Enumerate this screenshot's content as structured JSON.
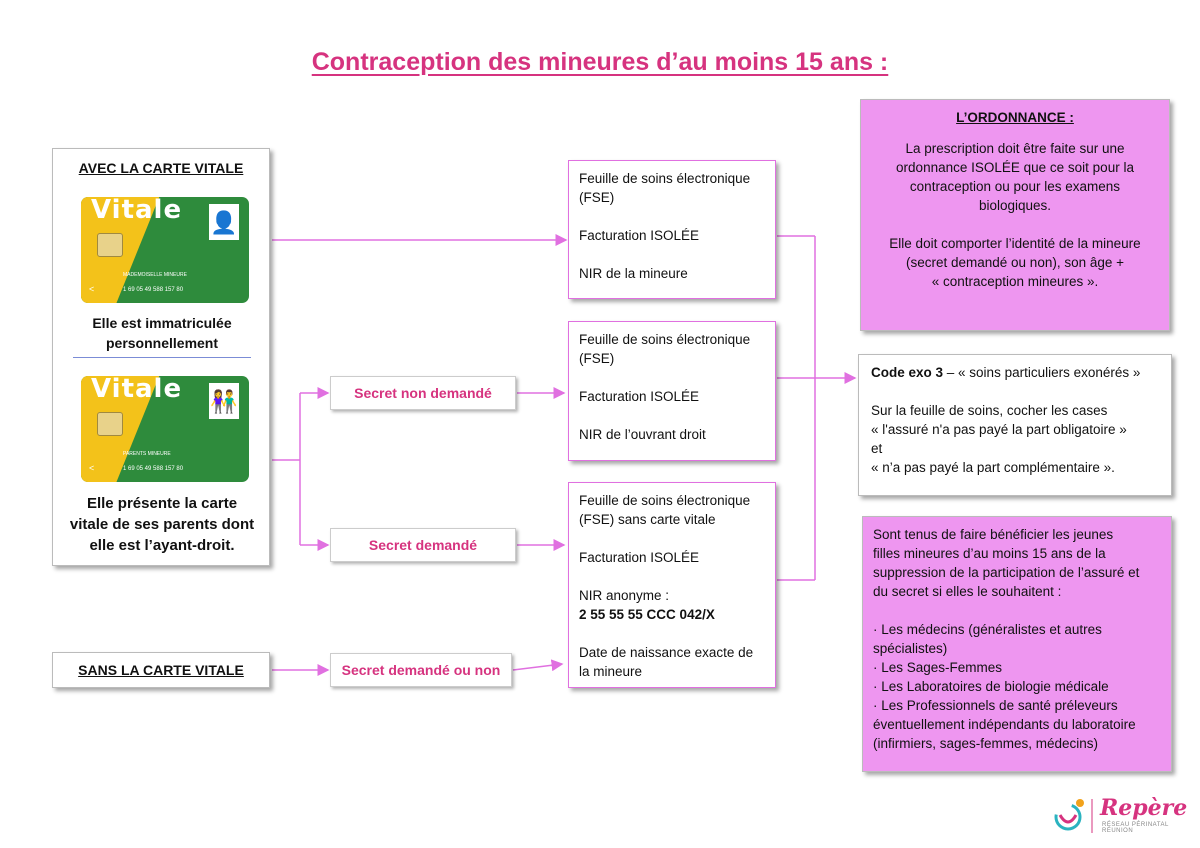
{
  "title": "Contraception des mineures d’au moins 15 ans :",
  "left_panel": {
    "heading": "AVEC LA CARTE VITALE",
    "card1": {
      "brand": "Vitale",
      "holder": "MADEMOISELLE MINEURE",
      "number": "1 69 05 49 588 157 80",
      "caption_lines": [
        "Elle est immatriculée",
        "personnellement"
      ]
    },
    "card2": {
      "brand": "Vitale",
      "holder": "PARENTS MINEURE",
      "number": "1 69 05 49 588 157 80",
      "caption_lines": [
        "Elle présente la carte",
        "vitale de ses parents dont",
        "elle est l’ayant-droit."
      ]
    }
  },
  "sans_carte": "SANS LA CARTE VITALE",
  "labels": {
    "non_demande": "Secret non demandé",
    "demande": "Secret demandé",
    "demande_ou_non": "Secret demandé ou non"
  },
  "fse_boxes": [
    {
      "lines": [
        "Feuille de soins électronique",
        "(FSE)"
      ],
      "billing": "Facturation ISOLÉE",
      "nir": "NIR de la mineure"
    },
    {
      "lines": [
        "Feuille de soins électronique",
        "(FSE)"
      ],
      "billing": "Facturation ISOLÉE",
      "nir": "NIR de l’ouvrant droit"
    },
    {
      "lines": [
        "Feuille de soins électronique",
        "(FSE) sans carte vitale"
      ],
      "billing": "Facturation ISOLÉE",
      "nir": "NIR anonyme :",
      "nir_value": "2 55 55 55 CCC 042/X",
      "birth_lines": [
        "Date de naissance exacte de",
        "la mineure"
      ]
    }
  ],
  "ordonnance": {
    "heading": "L’ORDONNANCE :",
    "para1": [
      "La prescription doit être faite sur une",
      "ordonnance ISOLÉE que ce soit pour la",
      "contraception ou pour les examens",
      "biologiques."
    ],
    "para2": [
      "Elle doit comporter l’identité de la mineure",
      "(secret demandé ou non), son âge +",
      "« contraception mineures »."
    ]
  },
  "code_exo": {
    "code_bold": "Code exo 3",
    "code_rest": " – « soins particuliers exonérés »",
    "lines": [
      "Sur la feuille de soins, cocher les cases",
      "« l'assuré n'a pas payé la part obligatoire »",
      "et",
      "« n’a pas payé la part complémentaire »."
    ]
  },
  "tenus": {
    "intro": [
      "Sont tenus de faire bénéficier les jeunes",
      "filles mineures d’au moins 15 ans de la",
      "suppression de la participation de l’assuré et",
      "du secret si elles le souhaitent :"
    ],
    "items": [
      "· Les médecins (généralistes et autres",
      "spécialistes)",
      "· Les Sages-Femmes",
      "· Les Laboratoires de biologie médicale",
      "· Les Professionnels de santé préleveurs",
      "éventuellement indépendants du laboratoire",
      "(infirmiers, sages-femmes, médecins)"
    ]
  },
  "logo": {
    "word": "Repère",
    "tagline": "RÉSEAU PÉRINATAL RÉUNION"
  },
  "colors": {
    "accent": "#d6337f",
    "purple_fill": "#ee96f0",
    "connector": "#e070e0",
    "card_green": "#2e8b3c",
    "card_yellow": "#f3c21a"
  }
}
